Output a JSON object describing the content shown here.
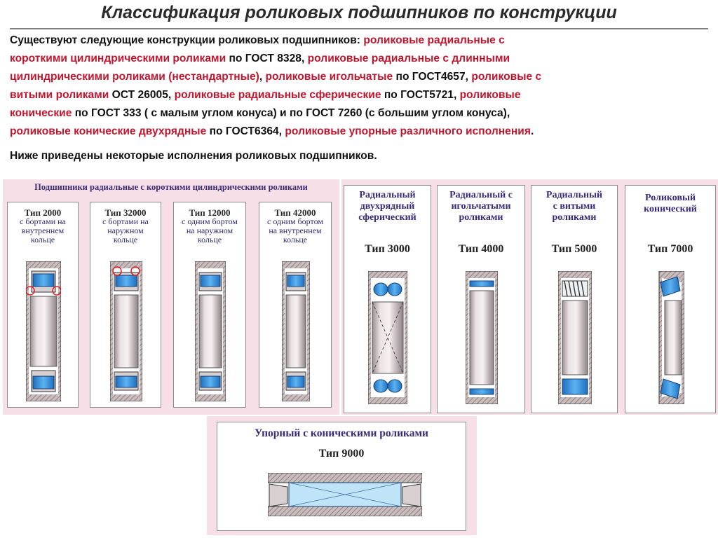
{
  "title": "Классификация роликовых подшипников по конструкции",
  "intro": {
    "p01": "Существуют следующие конструкции роликовых подшипников: ",
    "r01": "роликовые радиальные с",
    "r02": "короткими цилиндрическими роликами",
    "p02": " по ГОСТ 8328, ",
    "r03": "роликовые радиальные с длинными",
    "r04": "цилиндрическими роликами (нестандартные)",
    "p03": ", ",
    "r05": "роликовые игольчатые",
    "p04": " по ГОСТ4657, ",
    "r06": "роликовые с",
    "r07": "витыми роликами",
    "p05": " ОСТ 26005, ",
    "r08": "роликовые радиальные сферические",
    "p06": " по ГОСТ5721, ",
    "r09": "роликовые",
    "r10": "конические",
    "p07": " по  ГОСТ 333 ( с малым углом конуса) и по ГОСТ 7260 (с большим углом конуса),",
    "r11": "роликовые конические двухрядные",
    "p08": " по ГОСТ6364, ",
    "r12": "роликовые упорные различного исполнения",
    "p09": "."
  },
  "note": "Ниже приведены некоторые исполнения роликовых подшипников.",
  "left_panel": {
    "title": "Подшипники радиальные с короткими цилиндрическими роликами",
    "cards": [
      {
        "type": "Тип 2000",
        "l1": "с бортами на",
        "l2": "внутреннем",
        "l3": "кольце"
      },
      {
        "type": "Тип 32000",
        "l1": "с бортами на",
        "l2": "наружном",
        "l3": "кольце"
      },
      {
        "type": "Тип 12000",
        "l1": "с одним бортом",
        "l2": "на наружном",
        "l3": "кольце"
      },
      {
        "type": "Тип 42000",
        "l1": "с одним бортом",
        "l2": "на внутреннем",
        "l3": "кольце"
      }
    ]
  },
  "right_cards": [
    {
      "l1": "Радиальный",
      "l2": "двухрядный",
      "l3": "сферический",
      "type": "Тип 3000"
    },
    {
      "l1": "Радиальный с",
      "l2": "игольчатыми",
      "l3": "роликами",
      "type": "Тип 4000"
    },
    {
      "l1": "Радиальный",
      "l2": "с витыми",
      "l3": "роликами",
      "type": "Тип 5000"
    },
    {
      "l1": "Роликовый",
      "l2": "конический",
      "l3": "",
      "type": "Тип 7000"
    }
  ],
  "bottom_card": {
    "label": "Упорный с коническими роликами",
    "type": "Тип 9000"
  },
  "colors": {
    "accent_red": "#c0162e",
    "panel_pink": "#f6dfe6",
    "label_blue": "#2d2a6e",
    "roller_blue": "#2f86d8"
  }
}
